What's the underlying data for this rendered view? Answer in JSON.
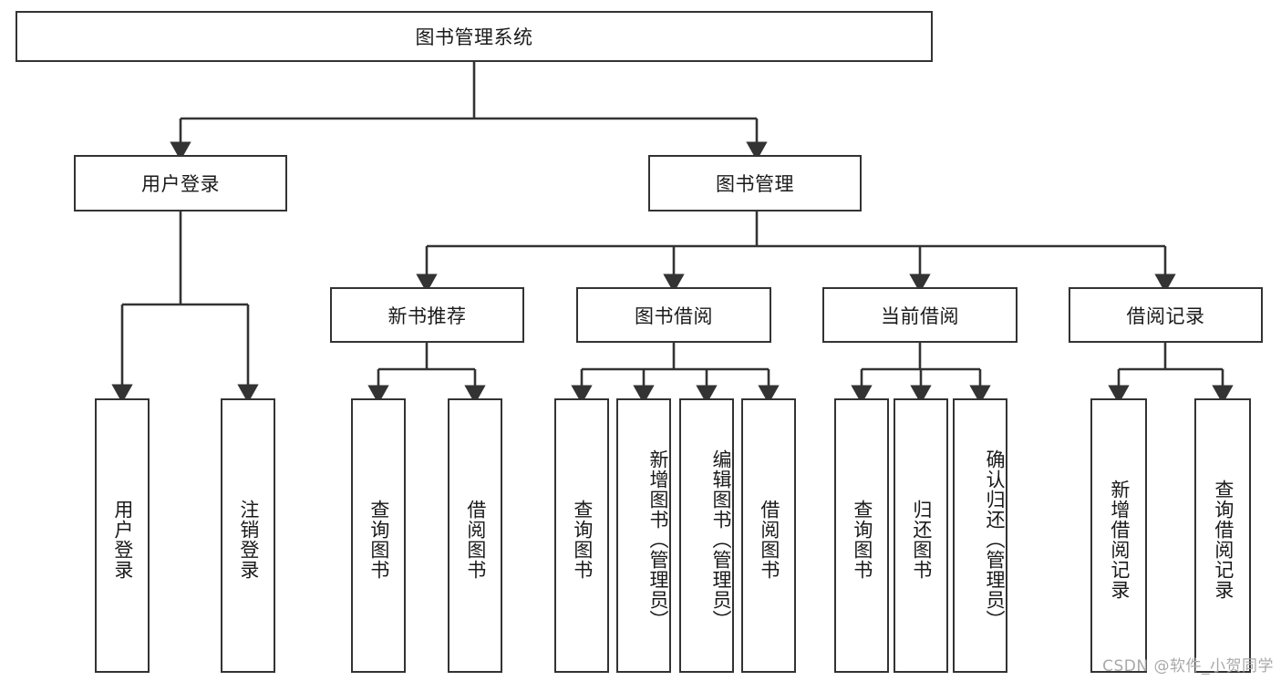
{
  "diagram": {
    "title": "图书管理系统",
    "type": "tree-hierarchy",
    "root": {
      "label": "图书管理系统"
    },
    "level2": [
      {
        "label": "用户登录"
      },
      {
        "label": "图书管理"
      }
    ],
    "level3": [
      {
        "label": "新书推荐"
      },
      {
        "label": "图书借阅"
      },
      {
        "label": "当前借阅"
      },
      {
        "label": "借阅记录"
      }
    ],
    "leaves": {
      "user_login": [
        {
          "label": "用户登录"
        },
        {
          "label": "注销登录"
        }
      ],
      "new_book_recommend": [
        {
          "label": "查询图书"
        },
        {
          "label": "借阅图书"
        }
      ],
      "book_borrow": [
        {
          "label": "查询图书"
        },
        {
          "label": "新增图书（管理员）"
        },
        {
          "label": "编辑图书（管理员）"
        },
        {
          "label": "借阅图书"
        }
      ],
      "current_borrow": [
        {
          "label": "查询图书"
        },
        {
          "label": "归还图书"
        },
        {
          "label": "确认归还（管理员）"
        }
      ],
      "borrow_record": [
        {
          "label": "新增借阅记录"
        },
        {
          "label": "查询借阅记录"
        }
      ]
    }
  },
  "watermark": {
    "text": "CSDN @软件_小贺同学"
  },
  "colors": {
    "stroke": "#333333",
    "text": "#1a1a1a",
    "background": "#ffffff",
    "watermark": "#a9a9a9"
  }
}
